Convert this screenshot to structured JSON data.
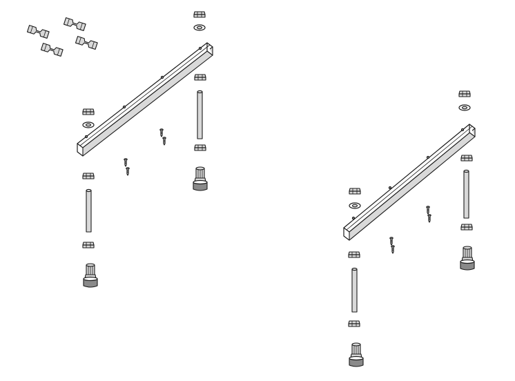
{
  "diagram": {
    "kind": "exploded assembly drawing",
    "assemblies": [
      {
        "id": "left",
        "parts": [
          "rail",
          "hex-nut",
          "washer",
          "threaded-rod",
          "adjustable-foot",
          "screw",
          "screw"
        ]
      },
      {
        "id": "right",
        "parts": [
          "rail",
          "hex-nut",
          "washer",
          "threaded-rod",
          "adjustable-foot",
          "screw",
          "screw"
        ]
      }
    ],
    "loose_parts": {
      "mounting_clips": 4
    },
    "colors": {
      "line": "#1a1a1a",
      "part_fill": "#d9d9d9",
      "dark_fill": "#8a8a8a",
      "background": "#ffffff"
    }
  }
}
